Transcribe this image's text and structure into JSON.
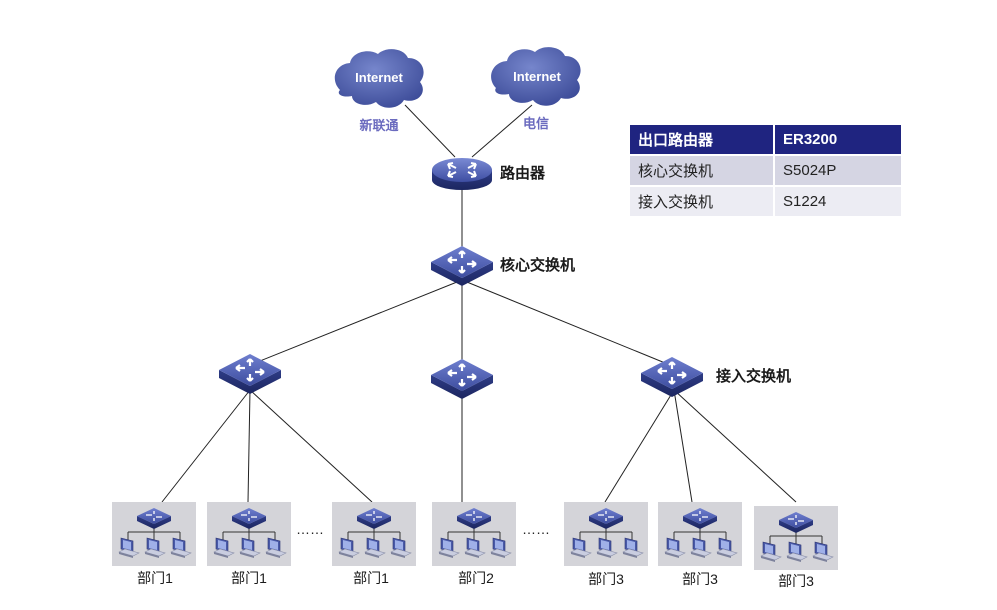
{
  "clouds": [
    {
      "text": "Internet",
      "isp": "新联通"
    },
    {
      "text": "Internet",
      "isp": "电信"
    }
  ],
  "nodes": {
    "router": "路由器",
    "core_switch": "核心交换机",
    "access_switch": "接入交换机"
  },
  "departments": [
    "部门1",
    "部门1",
    "部门1",
    "部门2",
    "部门3",
    "部门3",
    "部门3"
  ],
  "ellipsis": [
    "……",
    "……"
  ],
  "table": {
    "header": [
      "出口路由器",
      "ER3200"
    ],
    "rows": [
      [
        "核心交换机",
        "S5024P"
      ],
      [
        "接入交换机",
        "S1224"
      ]
    ]
  },
  "colors": {
    "device_blue": "#3f4fa0",
    "cloud": "#4a5aa8",
    "table_header": "#1f2480"
  }
}
